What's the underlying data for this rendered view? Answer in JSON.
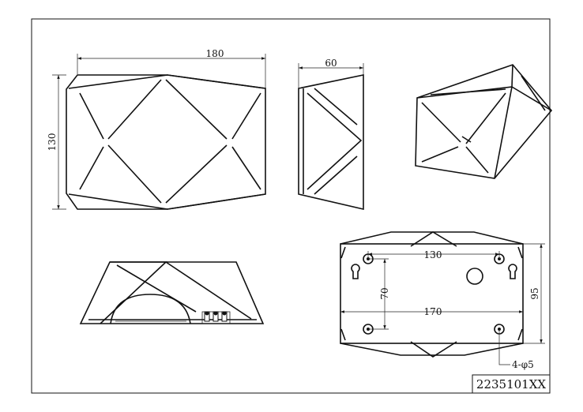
{
  "front_view": {
    "width_dim": "180",
    "height_dim": "130"
  },
  "side_view": {
    "depth_dim": "60"
  },
  "back_view": {
    "hole_spacing_x": "130",
    "hole_spacing_y": "70",
    "base_width": "170",
    "base_height": "95",
    "hole_callout": "4-φ5"
  },
  "title_block": {
    "part_number": "2235101XX"
  }
}
